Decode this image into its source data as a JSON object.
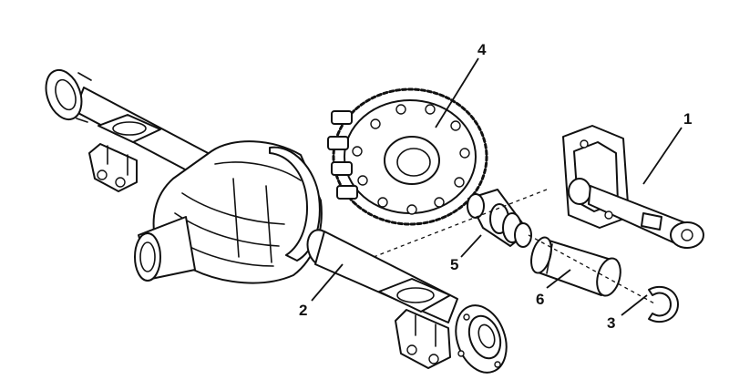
{
  "callouts": [
    {
      "id": "1",
      "text": "1"
    },
    {
      "id": "2",
      "text": "2"
    },
    {
      "id": "3",
      "text": "3"
    },
    {
      "id": "4",
      "text": "4"
    },
    {
      "id": "5",
      "text": "5"
    },
    {
      "id": "6",
      "text": "6"
    }
  ],
  "parts": [
    {
      "callout": "1",
      "name": "pinion-support-bracket"
    },
    {
      "callout": "2",
      "name": "axle-housing"
    },
    {
      "callout": "3",
      "name": "snap-ring"
    },
    {
      "callout": "4",
      "name": "differential-ring-gear"
    },
    {
      "callout": "5",
      "name": "pinion-shaft"
    },
    {
      "callout": "6",
      "name": "sleeve"
    }
  ]
}
